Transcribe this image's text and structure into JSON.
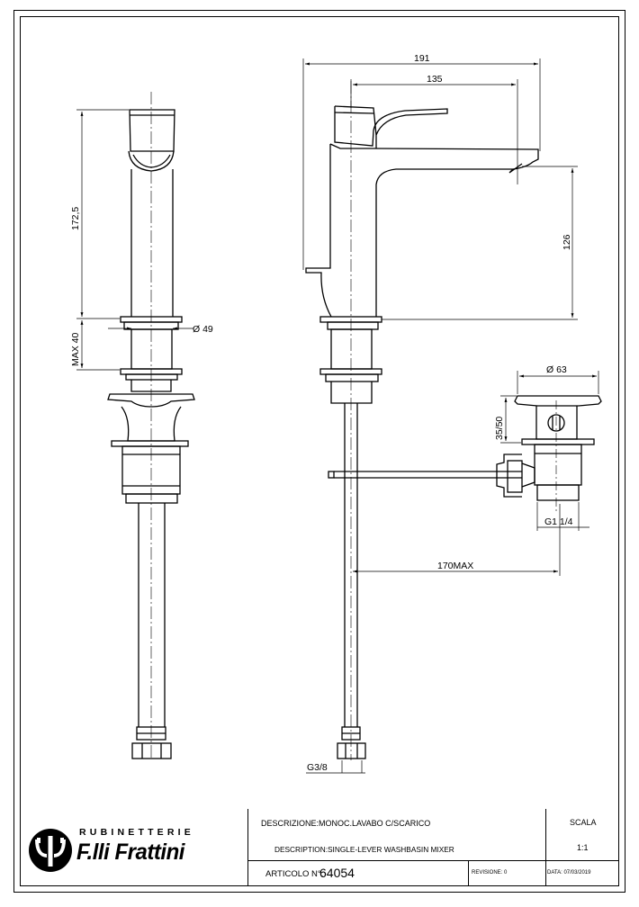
{
  "dimensions": {
    "total_length": "191",
    "spout_reach": "135",
    "side_height": "172,5",
    "max_40": "MAX 40",
    "base_diameter": "Ø 49",
    "spout_height": "126",
    "waste_diameter": "Ø 63",
    "waste_range": "35/50",
    "waste_thread": "G1 1/4",
    "rod_length": "170MAX",
    "hose_thread": "G3/8"
  },
  "title_block": {
    "brand_top": "RUBINETTERIE",
    "brand_name": "F.lli Frattini",
    "descrizione": "DESCRIZIONE:MONOC.LAVABO C/SCARICO",
    "description": "DESCRIPTION:SINGLE-LEVER WASHBASIN MIXER",
    "articolo_label": "ARTICOLO N°:",
    "articolo_value": "64054",
    "revisione": "REVISIONE: 0",
    "data": "DATA: 07/03/2019",
    "scala_label": "SCALA",
    "scala_value": "1:1"
  }
}
